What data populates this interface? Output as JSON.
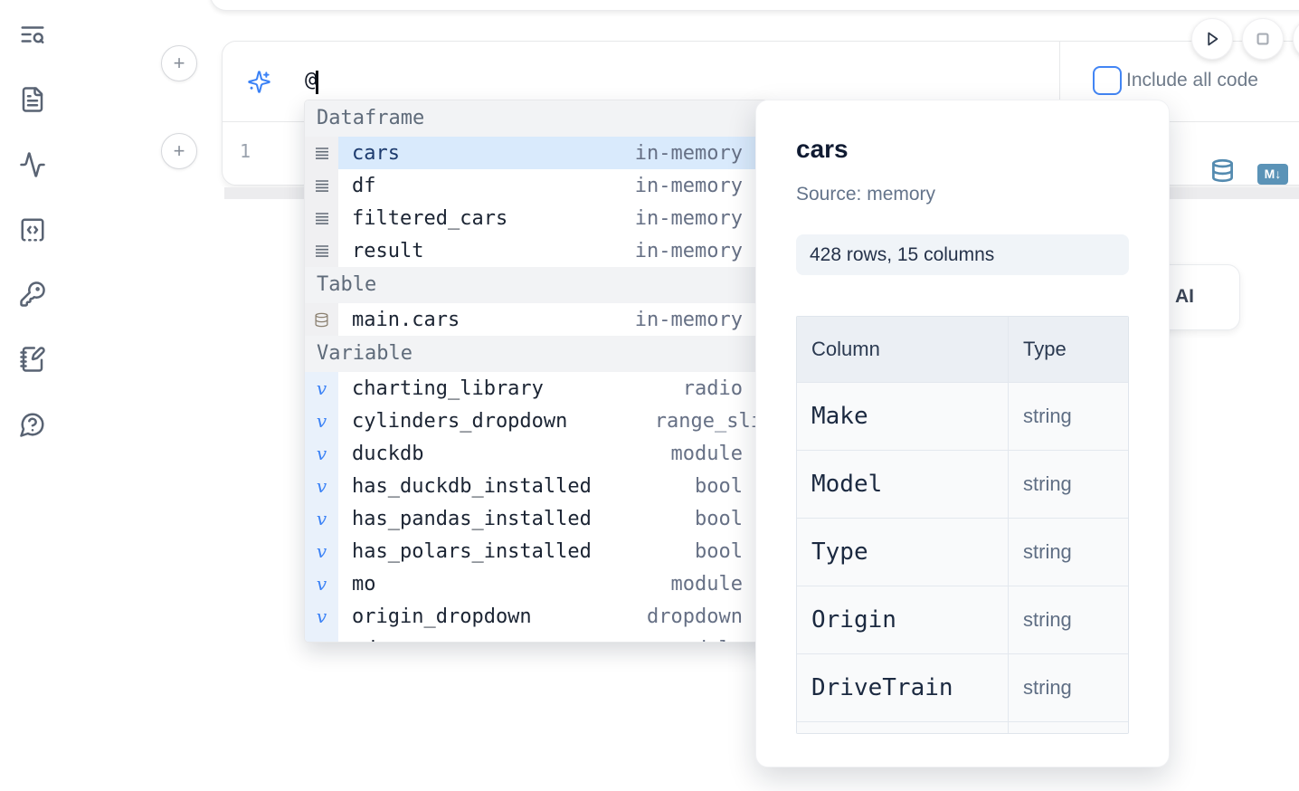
{
  "sidebar": {
    "icons": [
      "toc-search",
      "file-document",
      "activity",
      "code-snippets",
      "key",
      "scratchpad",
      "help"
    ]
  },
  "toolbar": {
    "run_icon": "play",
    "stop_icon": "stop",
    "include_all_code_label": "Include all code",
    "include_all_code_checked": false
  },
  "prompt": {
    "icon": "sparkles",
    "value": "@"
  },
  "editor": {
    "line_number": "1",
    "datasource_icon": "database",
    "markdown_badge": "M↓"
  },
  "autocomplete": {
    "sections": [
      {
        "label": "Dataframe",
        "icon": "dataframe-rows",
        "items": [
          {
            "name": "cars",
            "detail": "in-memory",
            "selected": true
          },
          {
            "name": "df",
            "detail": "in-memory"
          },
          {
            "name": "filtered_cars",
            "detail": "in-memory"
          },
          {
            "name": "result",
            "detail": "in-memory"
          }
        ]
      },
      {
        "label": "Table",
        "icon": "database",
        "items": [
          {
            "name": "main.cars",
            "detail": "in-memory"
          }
        ]
      },
      {
        "label": "Variable",
        "icon": "italic-v",
        "items": [
          {
            "name": "charting_library",
            "detail": "radio"
          },
          {
            "name": "cylinders_dropdown",
            "detail": "range_sli"
          },
          {
            "name": "duckdb",
            "detail": "module"
          },
          {
            "name": "has_duckdb_installed",
            "detail": "bool"
          },
          {
            "name": "has_pandas_installed",
            "detail": "bool"
          },
          {
            "name": "has_polars_installed",
            "detail": "bool"
          },
          {
            "name": "mo",
            "detail": "module"
          },
          {
            "name": "origin_dropdown",
            "detail": "dropdown"
          },
          {
            "name": "pd",
            "detail": "module"
          }
        ]
      }
    ]
  },
  "preview_panel": {
    "title": "cars",
    "source": "Source: memory",
    "shape": "428 rows, 15 columns",
    "table": {
      "headers": [
        "Column",
        "Type"
      ],
      "rows": [
        [
          "Make",
          "string"
        ],
        [
          "Model",
          "string"
        ],
        [
          "Type",
          "string"
        ],
        [
          "Origin",
          "string"
        ],
        [
          "DriveTrain",
          "string"
        ]
      ]
    }
  },
  "ai_card": {
    "label": "AI"
  },
  "colors": {
    "accent": "#3b82f6",
    "selection": "#d9eafc",
    "steel_blue": "#5b93b7",
    "checkbox_border": "#4285f4"
  }
}
